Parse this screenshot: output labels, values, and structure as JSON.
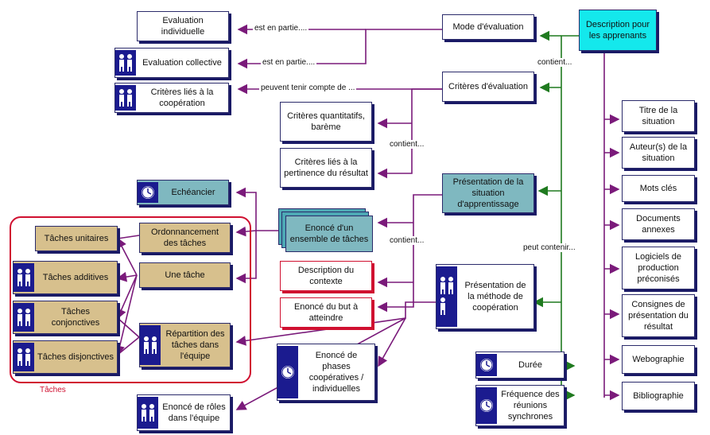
{
  "nodes": {
    "description": "Description pour les apprenants",
    "mode_evaluation": "Mode d'évaluation",
    "evaluation_individuelle": "Evaluation individuelle",
    "evaluation_collective": "Evaluation collective",
    "criteres_cooperation": "Critères liés à la coopération",
    "criteres_evaluation": "Critères d'évaluation",
    "criteres_quantitatifs": "Critères quantitatifs, barème",
    "criteres_pertinence": "Critères liés à la pertinence du résultat",
    "presentation_situation": "Présentation de la situation d'apprentissage",
    "echeancier": "Echéancier",
    "enonce_taches": "Enoncé d'un ensemble de tâches",
    "description_contexte": "Description du contexte",
    "enonce_but": "Enoncé du but à atteindre",
    "presentation_methode": "Présentation de la méthode de coopération",
    "taches_unitaires": "Tâches unitaires",
    "ordonnancement": "Ordonnancement des tâches",
    "une_tache": "Une tâche",
    "taches_additives": "Tâches additives",
    "taches_conjonctives": "Tâches conjonctives",
    "taches_disjonctives": "Tâches disjonctives",
    "repartition": "Répartition des tâches dans l'équipe",
    "enonce_phases": "Enoncé de phases coopératives / individuelles",
    "enonce_roles": "Enoncé de rôles dans l'équipe",
    "titre": "Titre de la situation",
    "auteurs": "Auteur(s) de la situation",
    "mots_cles": "Mots clés",
    "documents": "Documents annexes",
    "logiciels": "Logiciels de production préconisés",
    "consignes": "Consignes de présentation du résultat",
    "webographie": "Webographie",
    "bibliographie": "Bibliographie",
    "duree": "Durée",
    "frequence": "Fréquence des réunions synchrones"
  },
  "links": {
    "est_en_partie_1": "est en partie....",
    "est_en_partie_2": "est en partie....",
    "peuvent_tenir": "peuvent tenir compte de ...",
    "contient_1": "contient...",
    "contient_2": "contient...",
    "contient_3": "contient...",
    "peut_contenir": "peut contenir..."
  },
  "group": {
    "title": "Tâches"
  },
  "colors": {
    "dark_blue": "#1b1b8f",
    "purple": "#7a1a7a",
    "green": "#1f7a1f",
    "red": "#d01030",
    "teal": "#7fb8c0",
    "tan": "#d7c08d",
    "cyan": "#14e8ec"
  },
  "icons": [
    "people-icon",
    "clock-icon"
  ]
}
